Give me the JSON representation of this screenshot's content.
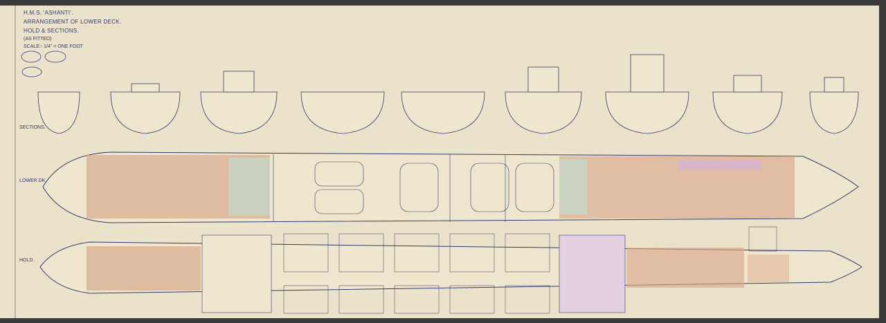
{
  "title": {
    "ship": "H.M.S. 'ASHANTI'.",
    "line1": "ARRANGEMENT OF LOWER DECK.",
    "line2": "HOLD & SECTIONS.",
    "status": "(AS FITTED)",
    "scale": "SCALE:- 1/4\" = ONE FOOT"
  },
  "row_labels": {
    "sections": "SECTIONS.",
    "lower_deck": "LOWER DK.",
    "hold": "HOLD."
  },
  "colors": {
    "paper": "#ebe2cb",
    "ink": "#2e3a6a",
    "compartment": "#d9a98a",
    "magazine": "#d7b4d0",
    "tank": "#bfd8cf"
  }
}
